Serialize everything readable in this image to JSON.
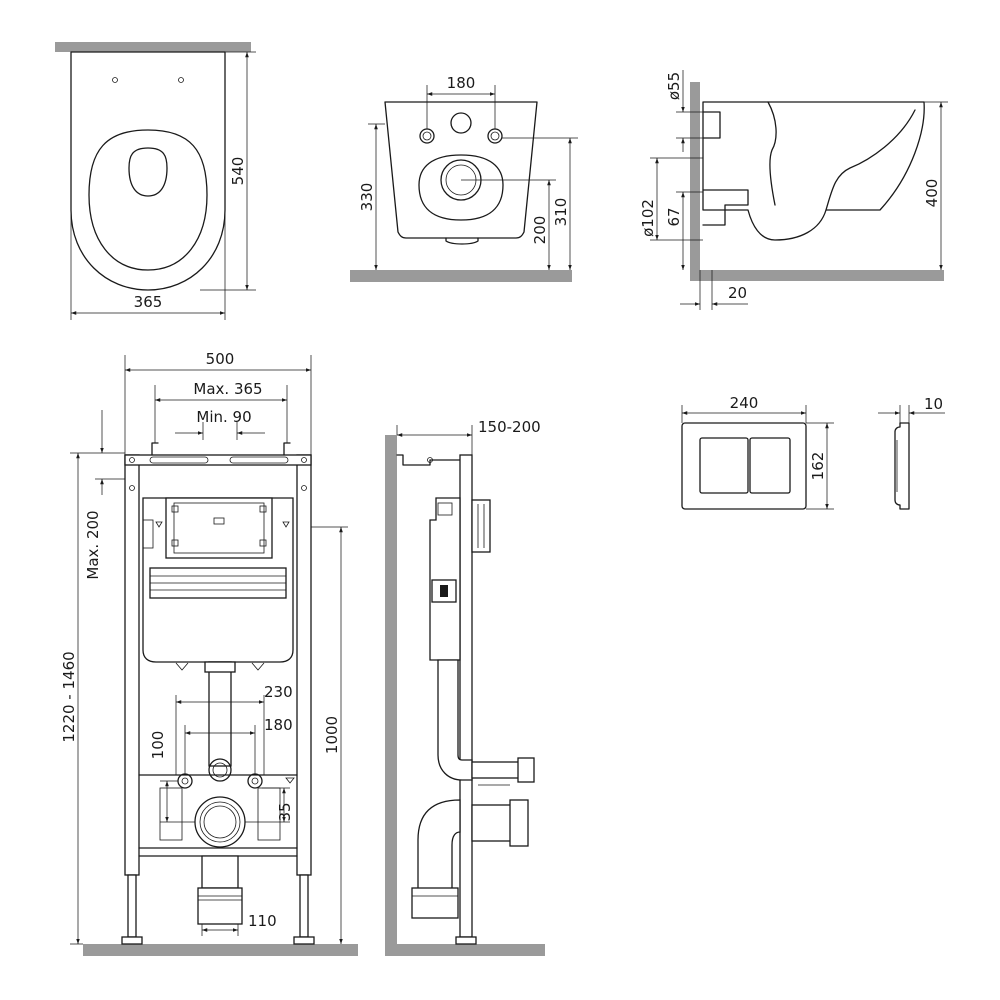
{
  "views": {
    "bowl_top": {
      "width": "365",
      "length": "540"
    },
    "bowl_front": {
      "mount_spacing": "180",
      "height": "330",
      "outlet_height": "200",
      "mount_height": "310"
    },
    "bowl_side": {
      "inlet_diameter": "ø55",
      "outlet_diameter": "ø102",
      "outlet_offset": "67",
      "height": "400",
      "wall_gap": "20"
    },
    "frame_front": {
      "width": "500",
      "max_anchor_spacing": "Max. 365",
      "min_anchor_spacing": "Min. 90",
      "anchor_adjust": "Max. 200",
      "total_height": "1220 - 1460",
      "frame_height": "1000",
      "bolt_spacing_outer": "230",
      "bolt_spacing_inner": "180",
      "bolt_height": "100",
      "outlet_offset": "35",
      "outlet_width": "110"
    },
    "frame_side": {
      "wall_distance": "150-200"
    },
    "flush_plate": {
      "width": "240",
      "height": "162",
      "depth": "10"
    }
  }
}
